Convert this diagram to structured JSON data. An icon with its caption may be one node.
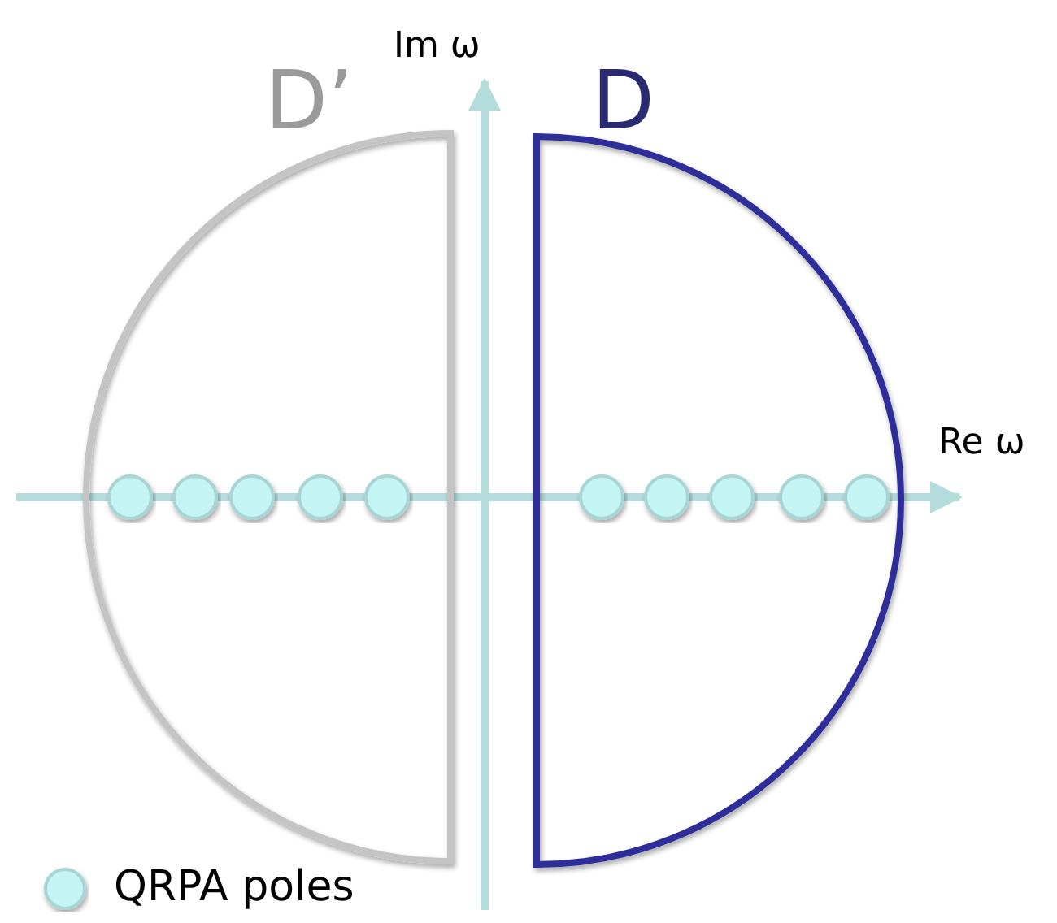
{
  "diagram": {
    "nodes": [
      {
        "text": [
          "D’"
        ]
      },
      {
        "text": [
          "D"
        ]
      }
    ],
    "edges": [],
    "labels": [
      "Im ω",
      "Re ω"
    ],
    "legend": [
      {
        "text": "QRPA poles",
        "color": "#c4f4f4"
      }
    ]
  }
}
